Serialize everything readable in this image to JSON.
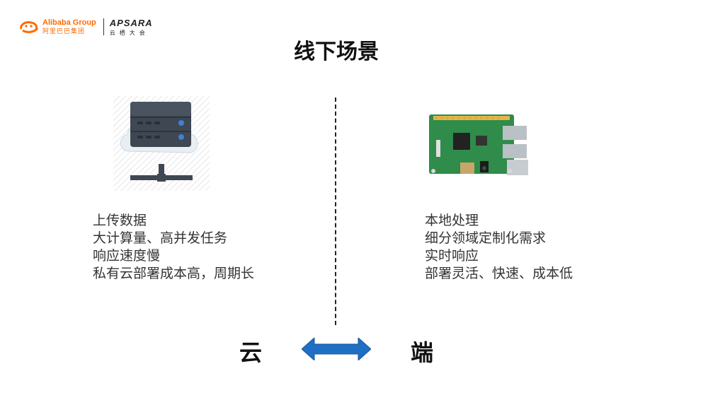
{
  "header": {
    "alibaba_en": "Alibaba Group",
    "alibaba_cn": "阿里巴巴集团",
    "apsara_en": "APSARA",
    "apsara_cn": "云栖大会"
  },
  "title": "线下场景",
  "left": {
    "label": "云",
    "lines": [
      "上传数据",
      "大计算量、高并发任务",
      "响应速度慢",
      "私有云部署成本高，周期长"
    ]
  },
  "right": {
    "label": "端",
    "lines": [
      "本地处理",
      "细分领域定制化需求",
      "实时响应",
      "部署灵活、快速、成本低"
    ]
  },
  "colors": {
    "brand_orange": "#ff6a00",
    "arrow_blue": "#1f6fc4"
  },
  "icons": [
    "cloud-server-icon",
    "circuit-board-image",
    "double-arrow-icon"
  ]
}
